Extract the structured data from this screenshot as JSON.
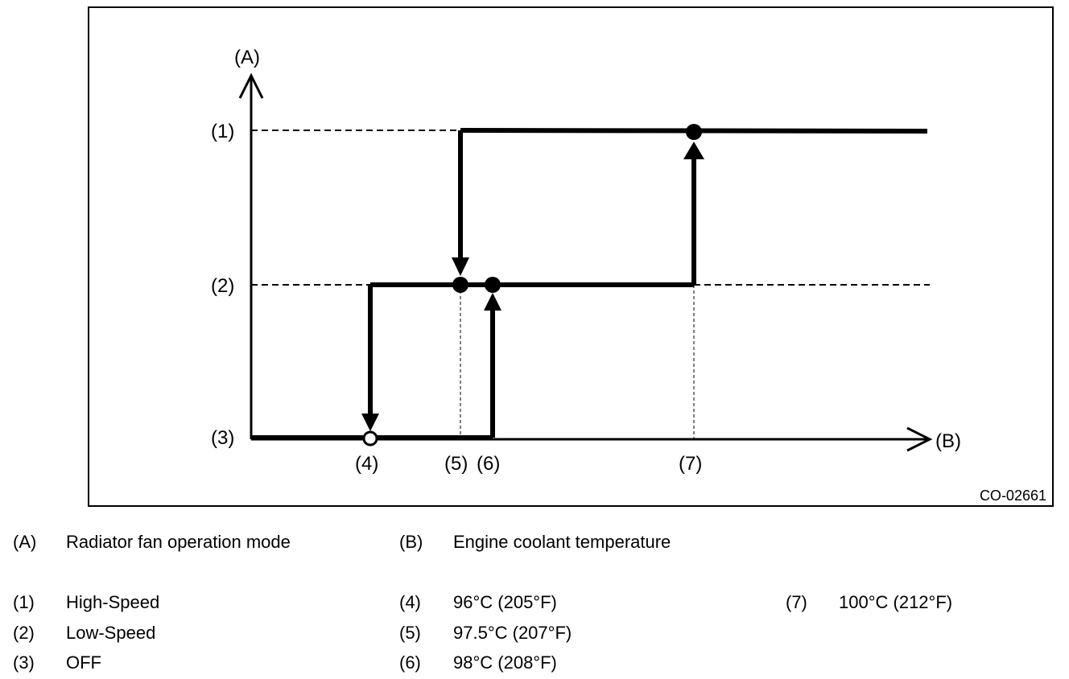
{
  "diagram": {
    "code": "CO-02661",
    "axis_y_marker": "(A)",
    "axis_x_marker": "(B)",
    "level_markers": [
      "(1)",
      "(2)",
      "(3)"
    ],
    "temperature_markers": [
      "(4)",
      "(5)",
      "(6)",
      "(7)"
    ]
  },
  "legend": {
    "A": {
      "key": "(A)",
      "text": "Radiator fan operation mode"
    },
    "B": {
      "key": "(B)",
      "text": "Engine coolant temperature"
    },
    "item1": {
      "key": "(1)",
      "text": "High-Speed"
    },
    "item2": {
      "key": "(2)",
      "text": "Low-Speed"
    },
    "item3": {
      "key": "(3)",
      "text": "OFF"
    },
    "item4": {
      "key": "(4)",
      "text": "96°C (205°F)"
    },
    "item5": {
      "key": "(5)",
      "text": "97.5°C (207°F)"
    },
    "item6": {
      "key": "(6)",
      "text": "98°C (208°F)"
    },
    "item7": {
      "key": "(7)",
      "text": "100°C (212°F)"
    }
  }
}
